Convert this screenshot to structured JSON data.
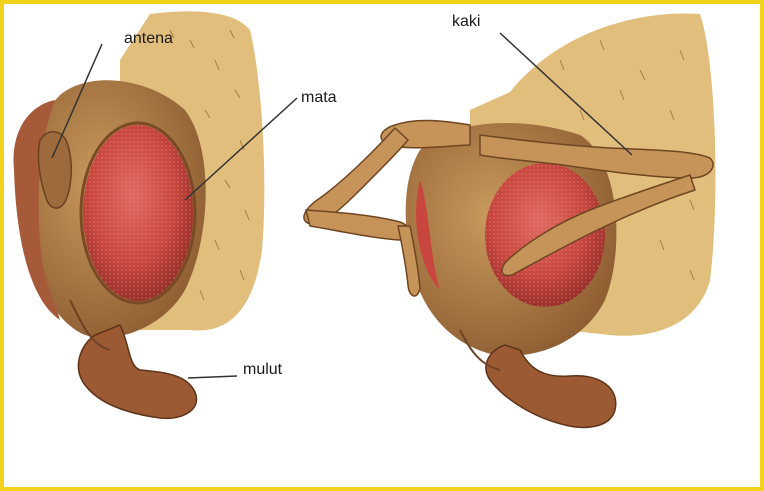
{
  "labels": {
    "antena": "antena",
    "mata": "mata",
    "mulut": "mulut",
    "kaki": "kaki"
  },
  "colors": {
    "frame": "#f2d21a",
    "background": "#ffffff",
    "head": "#b8864c",
    "head_shadow": "#8a5a30",
    "thorax": "#e2be7c",
    "eye": "#c8463e",
    "eye_shadow": "#8e2a24",
    "leader_line": "#333333"
  }
}
